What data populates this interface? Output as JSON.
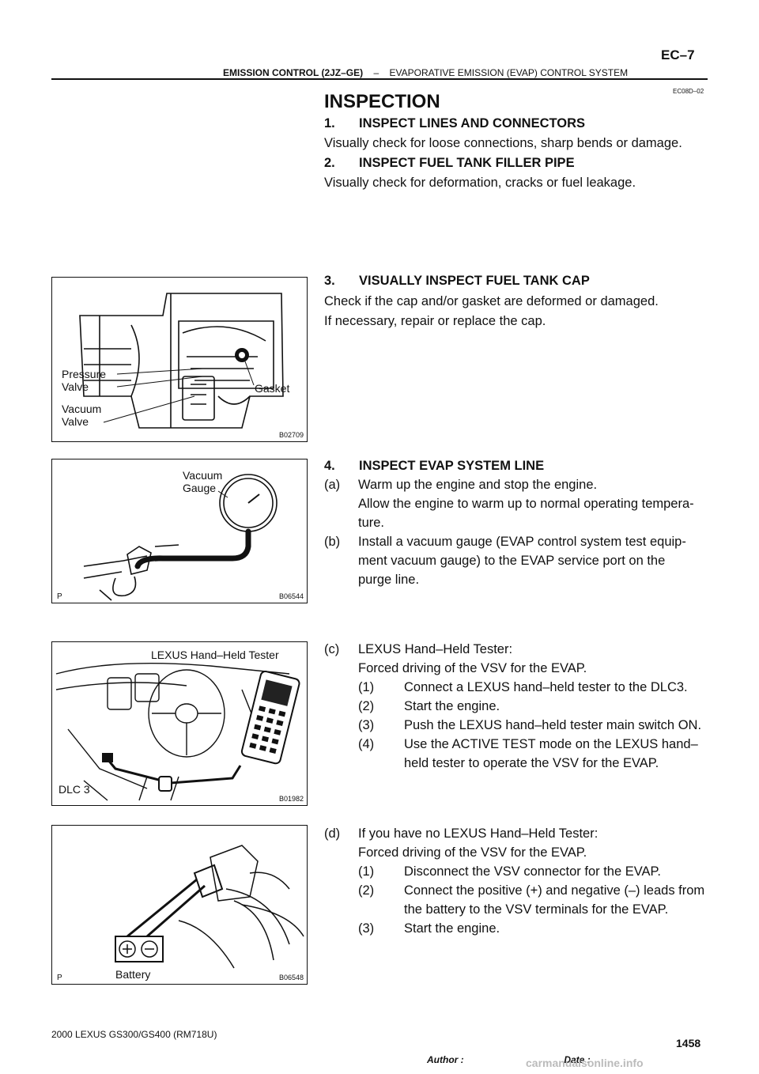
{
  "header": {
    "section": "EMISSION CONTROL (2JZ–GE)",
    "separator": "–",
    "subsection": "EVAPORATIVE EMISSION (EVAP) CONTROL SYSTEM",
    "page_ref": "EC–7",
    "doc_code": "EC08D–02"
  },
  "title": "INSPECTION",
  "steps": [
    {
      "num": "1.",
      "title": "INSPECT LINES AND CONNECTORS",
      "body": [
        "Visually check for loose connections, sharp bends or damage."
      ]
    },
    {
      "num": "2.",
      "title": "INSPECT FUEL TANK FILLER PIPE",
      "body": [
        "Visually check for deformation, cracks or fuel leakage."
      ]
    },
    {
      "num": "3.",
      "title": "VISUALLY INSPECT FUEL TANK CAP",
      "body": [
        "Check if the cap and/or gasket are deformed or damaged.",
        "If necessary, repair or replace the cap."
      ]
    },
    {
      "num": "4.",
      "title": "INSPECT EVAP SYSTEM LINE"
    }
  ],
  "step4": {
    "a_label": "(a)",
    "a_line1": "Warm up the engine and stop the engine.",
    "a_line2": "Allow the engine to warm up to normal operating tempera-",
    "a_line3": "ture.",
    "b_label": "(b)",
    "b_line1": "Install a vacuum gauge (EVAP control system test equip-",
    "b_line2": "ment vacuum gauge) to the EVAP service port on the",
    "b_line3": "purge line.",
    "c_label": "(c)",
    "c_line1": "LEXUS Hand–Held Tester:",
    "c_line2": "Forced driving of the VSV for the EVAP.",
    "c_items": [
      {
        "label": "(1)",
        "text": "Connect a LEXUS hand–held tester to the DLC3."
      },
      {
        "label": "(2)",
        "text": "Start the engine."
      },
      {
        "label": "(3)",
        "text": "Push the LEXUS hand–held tester main switch ON."
      },
      {
        "label": "(4)",
        "text": "Use the ACTIVE TEST mode on the LEXUS hand–",
        "cont": "held tester to operate the VSV for the EVAP."
      }
    ],
    "d_label": "(d)",
    "d_line1": "If you have no LEXUS Hand–Held Tester:",
    "d_line2": "Forced driving of the VSV for the EVAP.",
    "d_items": [
      {
        "label": "(1)",
        "text": "Disconnect the VSV connector for the EVAP."
      },
      {
        "label": "(2)",
        "text": "Connect the positive (+) and negative (–) leads from",
        "cont": "the battery to the VSV terminals for the EVAP."
      },
      {
        "label": "(3)",
        "text": "Start the engine."
      }
    ]
  },
  "figures": {
    "fig1": {
      "code": "B02709",
      "labels": {
        "pressure_valve_1": "Pressure",
        "pressure_valve_2": "Valve",
        "vacuum_valve_1": "Vacuum",
        "vacuum_valve_2": "Valve",
        "gasket": "Gasket"
      }
    },
    "fig2": {
      "code": "B06544",
      "p_mark": "P",
      "labels": {
        "gauge_1": "Vacuum",
        "gauge_2": "Gauge"
      }
    },
    "fig3": {
      "code": "B01982",
      "labels": {
        "tester": "LEXUS Hand–Held Tester",
        "dlc": "DLC 3"
      }
    },
    "fig4": {
      "code": "B06548",
      "p_mark": "P",
      "labels": {
        "battery": "Battery"
      }
    }
  },
  "footer": {
    "model": "2000 LEXUS GS300/GS400   (RM718U)",
    "page_number": "1458",
    "author_label": "Author :",
    "date_label": "Date :",
    "watermark": "carmanualsonline.info"
  }
}
